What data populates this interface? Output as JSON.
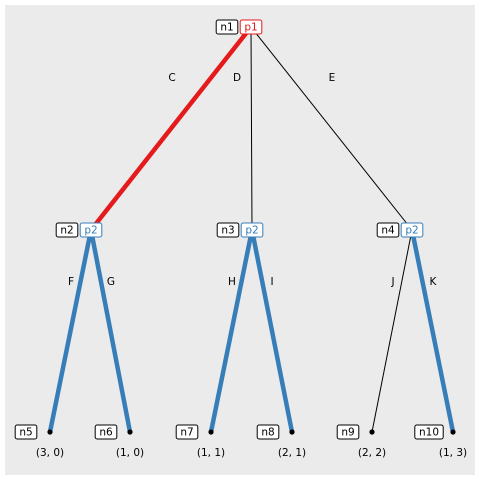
{
  "colors": {
    "panel_bg": "#ebebeb",
    "plain_edge": "#000000",
    "p1_edge": "#e41a1c",
    "p2_edge": "#377eb8",
    "label_text": "#000000",
    "node_label_border": "#000000",
    "node_label_bg": "#ffffff"
  },
  "players": {
    "p1": {
      "label": "p1",
      "color": "#e41a1c"
    },
    "p2": {
      "label": "p2",
      "color": "#377eb8"
    }
  },
  "nodes": [
    {
      "id": "n1",
      "label": "n1",
      "player": "p1",
      "terminal": false
    },
    {
      "id": "n2",
      "label": "n2",
      "player": "p2",
      "terminal": false
    },
    {
      "id": "n3",
      "label": "n3",
      "player": "p2",
      "terminal": false
    },
    {
      "id": "n4",
      "label": "n4",
      "player": "p2",
      "terminal": false
    },
    {
      "id": "n5",
      "label": "n5",
      "terminal": true,
      "payoff": "(3, 0)"
    },
    {
      "id": "n6",
      "label": "n6",
      "terminal": true,
      "payoff": "(1, 0)"
    },
    {
      "id": "n7",
      "label": "n7",
      "terminal": true,
      "payoff": "(1, 1)"
    },
    {
      "id": "n8",
      "label": "n8",
      "terminal": true,
      "payoff": "(2, 1)"
    },
    {
      "id": "n9",
      "label": "n9",
      "terminal": true,
      "payoff": "(2, 2)"
    },
    {
      "id": "n10",
      "label": "n10",
      "terminal": true,
      "payoff": "(1, 3)"
    }
  ],
  "edges": [
    {
      "from": "n1",
      "to": "n2",
      "action": "C",
      "highlight": "p1"
    },
    {
      "from": "n1",
      "to": "n3",
      "action": "D",
      "highlight": null
    },
    {
      "from": "n1",
      "to": "n4",
      "action": "E",
      "highlight": null
    },
    {
      "from": "n2",
      "to": "n5",
      "action": "F",
      "highlight": "p2"
    },
    {
      "from": "n2",
      "to": "n6",
      "action": "G",
      "highlight": "p2"
    },
    {
      "from": "n3",
      "to": "n7",
      "action": "H",
      "highlight": "p2"
    },
    {
      "from": "n3",
      "to": "n8",
      "action": "I",
      "highlight": "p2"
    },
    {
      "from": "n4",
      "to": "n9",
      "action": "J",
      "highlight": null
    },
    {
      "from": "n4",
      "to": "n10",
      "action": "K",
      "highlight": "p2"
    }
  ]
}
